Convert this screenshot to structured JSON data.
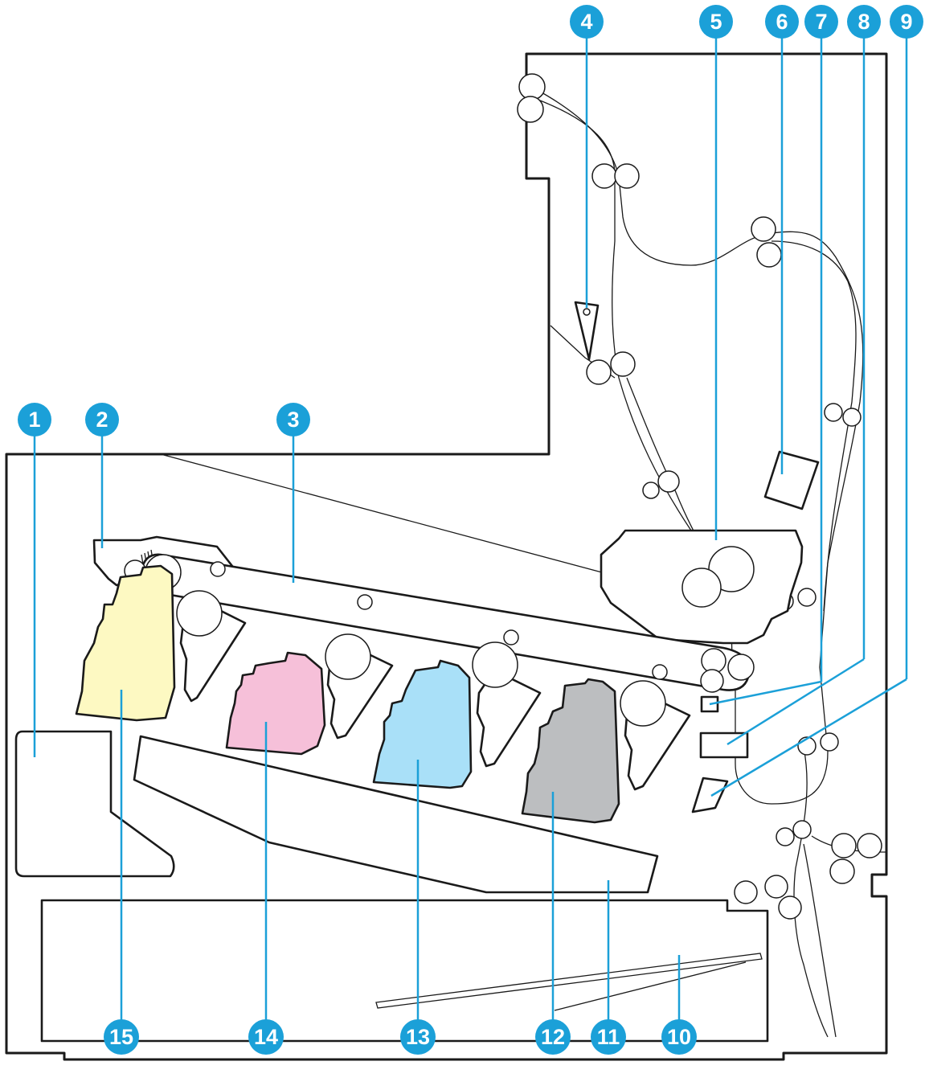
{
  "diagram": {
    "colors": {
      "callout": "#1ba0d8",
      "yellow_cartridge": "#fdf9c2",
      "magenta_cartridge": "#f6c0d9",
      "cyan_cartridge": "#a9e0f8",
      "black_cartridge": "#bcbec0",
      "outline": "#1a1a1a"
    },
    "callouts": [
      {
        "label": "1"
      },
      {
        "label": "2"
      },
      {
        "label": "3"
      },
      {
        "label": "4"
      },
      {
        "label": "5"
      },
      {
        "label": "6"
      },
      {
        "label": "7"
      },
      {
        "label": "8"
      },
      {
        "label": "9"
      },
      {
        "label": "10"
      },
      {
        "label": "11"
      },
      {
        "label": "12"
      },
      {
        "label": "13"
      },
      {
        "label": "14"
      },
      {
        "label": "15"
      }
    ]
  }
}
